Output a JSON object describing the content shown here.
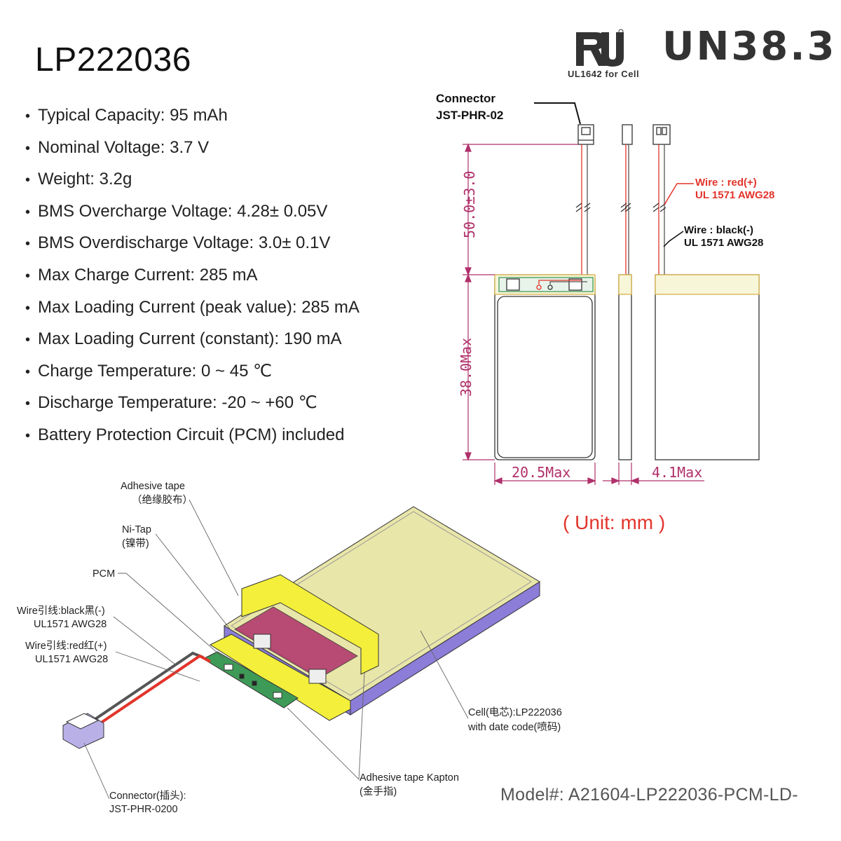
{
  "title": "LP222036",
  "specs": [
    "Typical Capacity: 95 mAh",
    "Nominal Voltage: 3.7 V",
    "Weight: 3.2g",
    "BMS Overcharge Voltage: 4.28± 0.05V",
    "BMS Overdischarge Voltage: 3.0± 0.1V",
    "Max Charge Current: 285 mA",
    "Max Loading Current (peak value): 285 mA",
    "Max Loading Current (constant): 190 mA",
    "Charge Temperature: 0 ~ 45 ℃",
    "Discharge Temperature: -20 ~ +60 ℃",
    "Battery Protection Circuit (PCM) included"
  ],
  "certs": {
    "ul_caption": "UL1642 for Cell",
    "un": "UN38.3"
  },
  "drawing": {
    "connector_label": "Connector",
    "connector_model": "JST-PHR-02",
    "wire_red_1": "Wire : red(+)",
    "wire_red_2": "UL 1571 AWG28",
    "wire_black_1": "Wire : black(-)",
    "wire_black_2": "UL 1571 AWG28",
    "dim_wire": "50.0±3.0",
    "dim_height": "38.0Max",
    "dim_width": "20.5Max",
    "dim_thick": "4.1Max",
    "unit": "( Unit: mm )"
  },
  "exploded": {
    "adhesive_tape": "Adhesive tape",
    "adhesive_tape_cn": "（绝缘胶布）",
    "ni_tap": "Ni-Tap",
    "ni_tap_cn": "(镍带)",
    "pcm": "PCM",
    "wire_black_1": "Wire引线:black黑(-)",
    "wire_black_2": "UL1571 AWG28",
    "wire_red_1": "Wire引线:red红(+)",
    "wire_red_2": "UL1571 AWG28",
    "cell_1": "Cell(电芯):LP222036",
    "cell_2": "with date code(喷码)",
    "kapton_1": "Adhesive tape Kapton",
    "kapton_2": "(金手指)",
    "connector_1": "Connector(插头):",
    "connector_2": "JST-PHR-0200"
  },
  "model": "Model#: A21604-LP222036-PCM-LD-",
  "colors": {
    "red": "#e2342b",
    "magenta": "#b0306a",
    "dimension": "#b0306a",
    "tape_yellow": "#f3ef3a",
    "cell": "#e9e6a9",
    "purple": "#8b7dd8",
    "pcb_green": "#3e9a57"
  }
}
